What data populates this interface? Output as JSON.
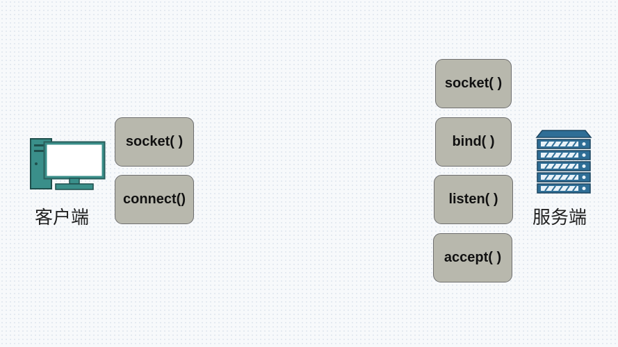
{
  "client": {
    "label": "客户端",
    "icon": "desktop-computer-icon",
    "calls": [
      "socket( )",
      "connect()"
    ]
  },
  "server": {
    "label": "服务端",
    "icon": "server-rack-icon",
    "calls": [
      "socket( )",
      "bind( )",
      "listen( )",
      "accept( )"
    ]
  },
  "colors": {
    "box_fill": "#b8b8ad",
    "box_border": "#6e6e6e",
    "icon_teal": "#3a8f8a",
    "server_blue": "#2f6e96"
  }
}
